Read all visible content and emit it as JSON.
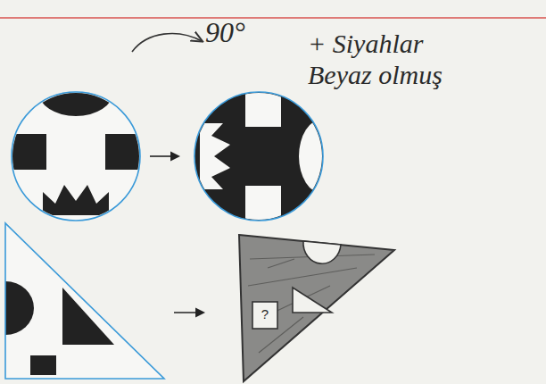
{
  "diagram": {
    "labels": [
      "90°",
      "+ Siyahlar Beyaz olmuş",
      "?"
    ]
  }
}
